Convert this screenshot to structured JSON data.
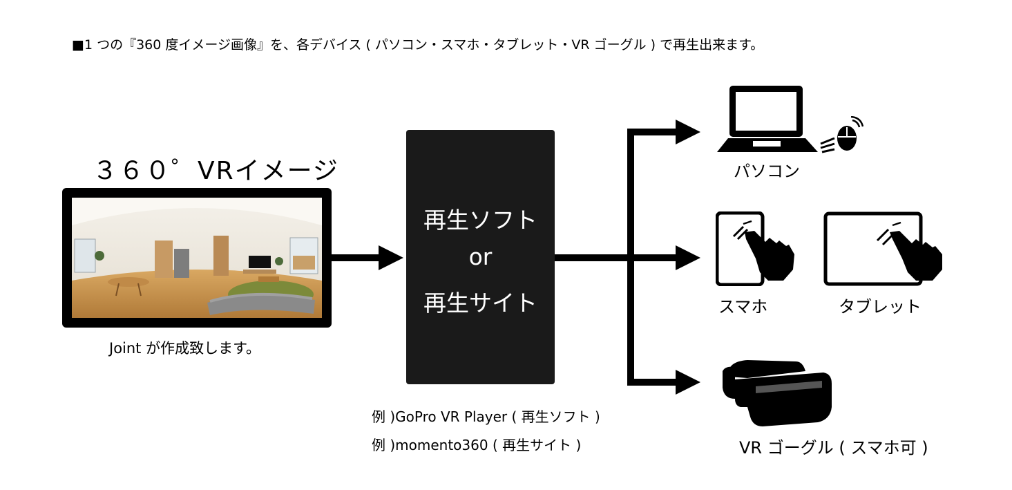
{
  "header": {
    "text": "■1 つの『360 度イメージ画像』を、各デバイス ( パソコン・スマホ・タブレット・VR ゴーグル ) で再生出来ます。"
  },
  "source": {
    "title": "３６０゜VRイメージ",
    "caption": "Joint が作成致します。"
  },
  "player": {
    "line1": "再生ソフト",
    "line2": "or",
    "line3": "再生サイト"
  },
  "examples": [
    {
      "text": "例 )GoPro VR Player ( 再生ソフト )"
    },
    {
      "text": "例 )momento360 ( 再生サイト )"
    }
  ],
  "devices": {
    "pc": "パソコン",
    "smartphone": "スマホ",
    "tablet": "タブレット",
    "vr_goggle": "VR ゴーグル ( スマホ可 )"
  },
  "colors": {
    "box": "#1a1a1a",
    "ink": "#000000",
    "floor": "#c9964f",
    "rug": "#7c8a3a",
    "sofa": "#8a8a8a"
  },
  "icons": [
    "laptop-icon",
    "mouse-icon",
    "smartphone-touch-icon",
    "tablet-touch-icon",
    "vr-goggle-icon"
  ]
}
